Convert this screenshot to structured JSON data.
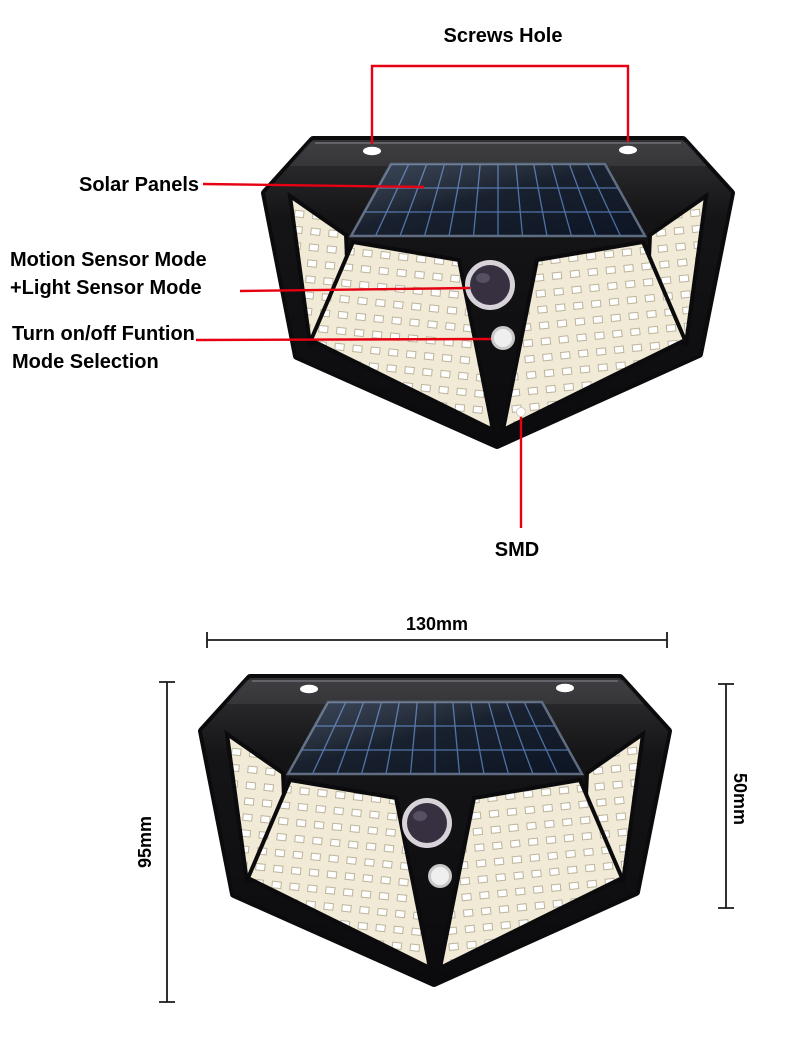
{
  "title": "Solar motion sensor wall light product diagram",
  "colors": {
    "annotation_red": "#e60012",
    "dimension_line": "#1a1a1a",
    "text": "#000000",
    "device_body": "#0b0b0d",
    "solar_panel": "#0d1524",
    "solar_grid": "#4a6ea3",
    "led_panel": "#f0ead6"
  },
  "annotated_view": {
    "screws_hole_label": "Screws Hole",
    "solar_panels_label": "Solar Panels",
    "sensor_label_line1": "Motion Sensor Mode",
    "sensor_label_line2": "+Light Sensor Mode",
    "mode_label_line1": "Turn on/off Funtion",
    "mode_label_line2": "Mode Selection",
    "smd_label": "SMD"
  },
  "dimension_view": {
    "width_label": "130mm",
    "left_height_label": "95mm",
    "right_height_label": "50mm"
  }
}
